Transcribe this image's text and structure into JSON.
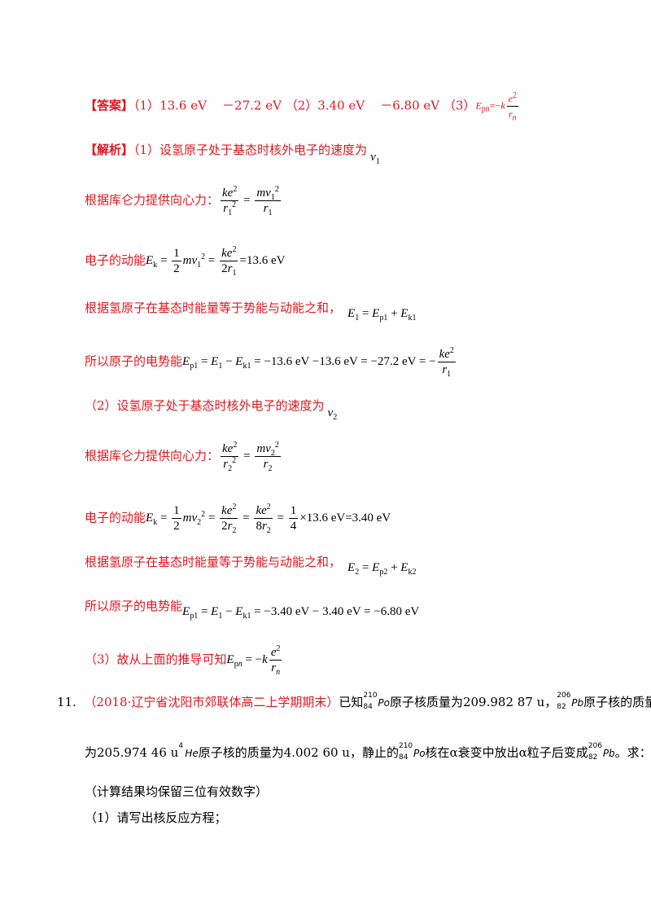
{
  "answer": {
    "tag": "【答案】",
    "p1": "（1）",
    "v1": "13.6 eV",
    "v2": "－27.2 eV",
    "p2": "（2）",
    "v3": "3.40 eV",
    "v4": "－6.80 eV",
    "p3": "（3）"
  },
  "analysis": {
    "tag": "【解析】",
    "l1": "（1）设氢原子处于基态时核外电子的速度为",
    "l2": "根据库仑力提供向心力：",
    "l3": "电子的动能",
    "l3_val": "13.6 eV",
    "l4": "根据氢原子在基态时能量等于势能与动能之和，",
    "l5": "所以原子的电势能",
    "l5_val": "= −13.6 eV −13.6 eV = −27.2 eV = −",
    "l6": "（2）设氢原子处于基态时核外电子的速度为",
    "l7": "根据库仑力提供向心力：",
    "l8": "电子的动能",
    "l8_val": "×13.6 eV=3.40 eV",
    "l9": "根据氢原子在基态时能量等于势能与动能之和，",
    "l10": "所以原子的电势能",
    "l10_val": "= −3.40 eV − 3.40 eV = −6.80 eV",
    "l11": "（3）故从上面的推导可知"
  },
  "question": {
    "number": "11.",
    "source": "（2018·辽宁省沈阳市郊联体高二上学期期末）",
    "t1": "已知",
    "t2": "原子核质量为209.982 87 u，",
    "t3": "原子核的质量",
    "t4": "为205.974 46 u",
    "t5": "原子核的质量为4.002 60 u，静止的",
    "t6": "核在α衰变中放出α粒子后变成",
    "t7": "。求：",
    "t8": "（计算结果均保留三位有效数字）",
    "t9": "（1）请写出核反应方程；"
  }
}
